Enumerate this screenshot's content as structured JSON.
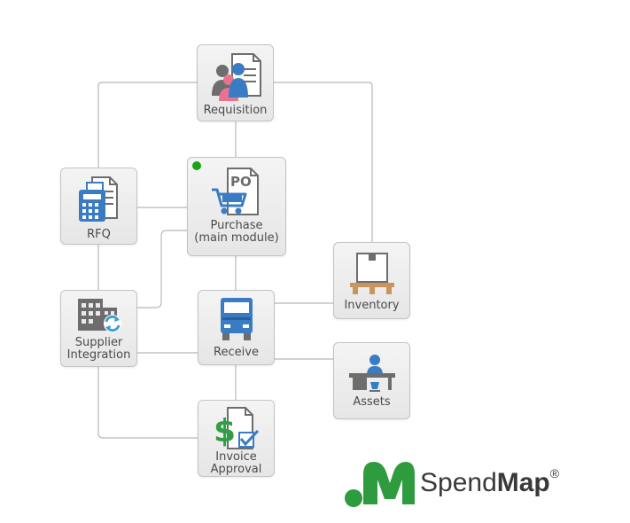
{
  "nodes": {
    "requisition": {
      "label": "Requisition",
      "icon": "requisition-icon"
    },
    "rfq": {
      "label": "RFQ",
      "icon": "rfq-icon"
    },
    "purchase": {
      "label": "Purchase\n(main module)",
      "icon": "purchase-order-cart-icon",
      "status": "active"
    },
    "inventory": {
      "label": "Inventory",
      "icon": "inventory-box-icon"
    },
    "supplier_integration": {
      "label": "Supplier\nIntegration",
      "icon": "supplier-integration-icon"
    },
    "receive": {
      "label": "Receive",
      "icon": "truck-icon"
    },
    "assets": {
      "label": "Assets",
      "icon": "desk-assets-icon"
    },
    "invoice_approval": {
      "label": "Invoice\nApproval",
      "icon": "invoice-approval-icon"
    }
  },
  "brand": {
    "name_regular": "Spend",
    "name_bold": "Map",
    "trademark": "®",
    "color": "#2e9b3e"
  },
  "colors": {
    "connector": "#b8b8b8",
    "status_active": "#1aa31a",
    "icon_gray": "#6d6d6d",
    "icon_blue": "#3a7cc4",
    "icon_pink": "#e8738f",
    "icon_green": "#2ea043"
  }
}
